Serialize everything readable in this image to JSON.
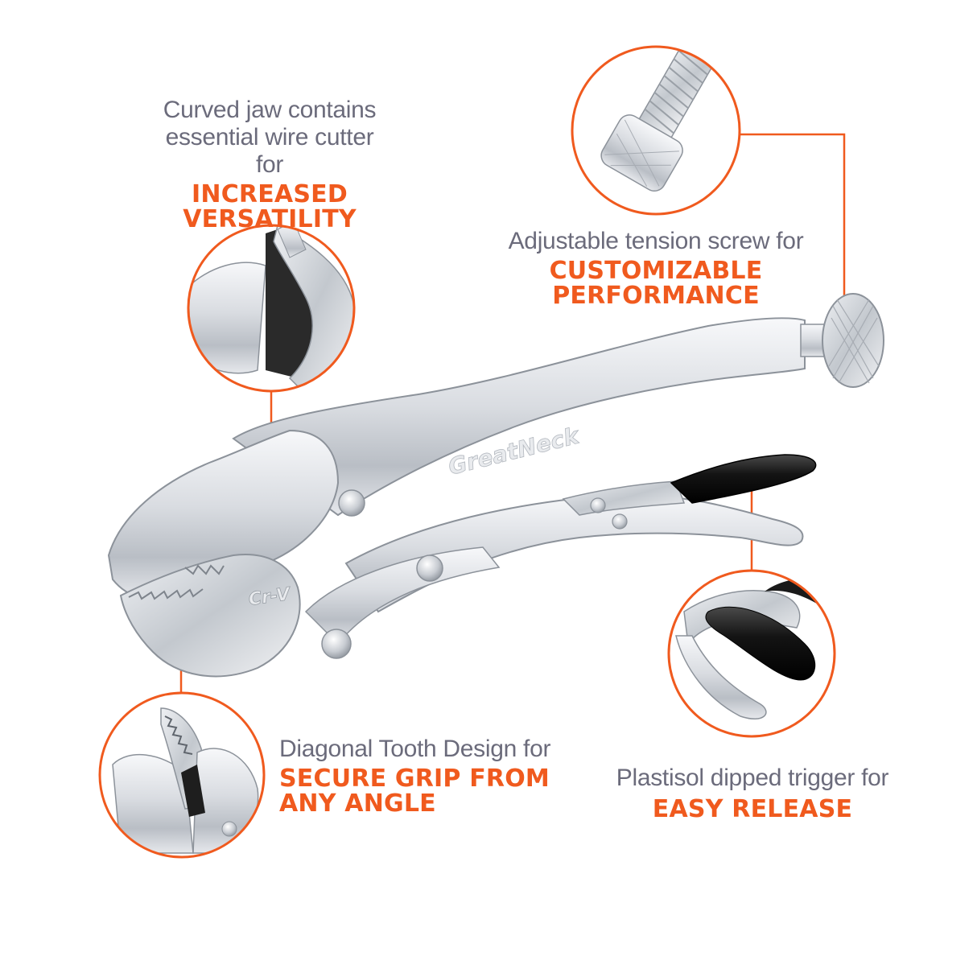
{
  "callouts": {
    "wire_cutter": {
      "sub": "Curved jaw contains essential wire cutter for",
      "head_1": "INCREASED",
      "head_2": "VERSATILITY"
    },
    "tension_screw": {
      "sub": "Adjustable tension screw for",
      "head_1": "CUSTOMIZABLE",
      "head_2": "PERFORMANCE"
    },
    "tooth_design": {
      "sub": "Diagonal Tooth Design for",
      "head_1": "SECURE GRIP FROM",
      "head_2": "ANY ANGLE"
    },
    "trigger": {
      "sub": "Plastisol dipped trigger for",
      "head_1": "EASY RELEASE"
    }
  },
  "product": {
    "brand_mark": "GreatNeck",
    "steel_mark": "Cr-V"
  },
  "colors": {
    "accent": "#f05a1e",
    "caption_gray": "#6b6b7b",
    "chrome_light": "#eef0f3",
    "chrome_dark": "#9ba1a9",
    "grip_black": "#141414"
  },
  "icons": [
    "tension-screw-detail-image",
    "wire-cutter-detail-image",
    "tooth-detail-image",
    "trigger-detail-image",
    "locking-pliers-image"
  ]
}
